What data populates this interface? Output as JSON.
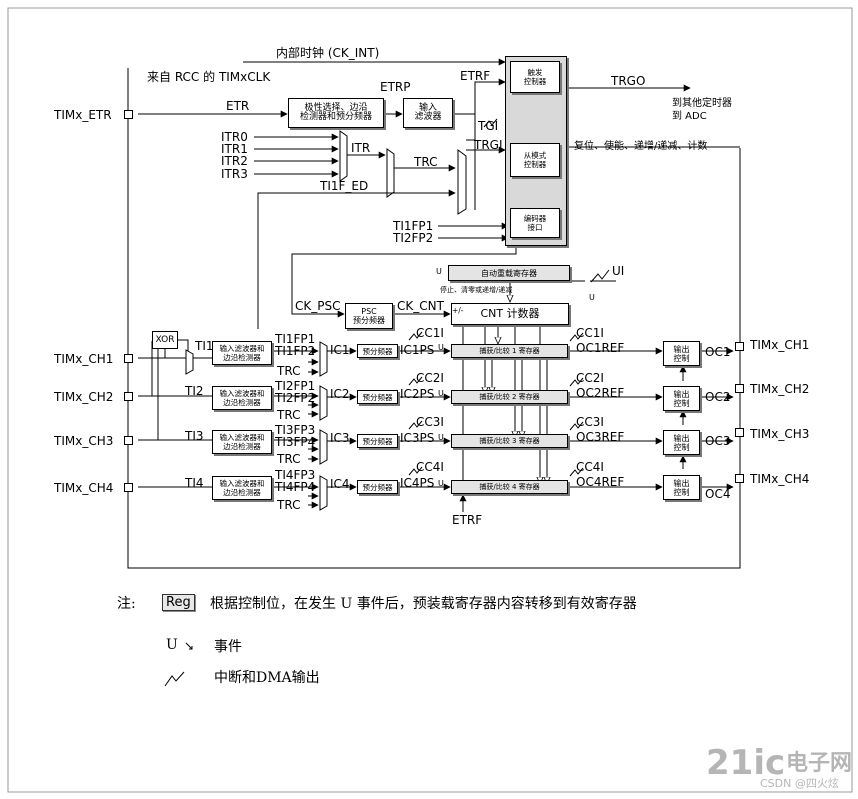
{
  "external": {
    "internal_clock": "内部时钟 (CK_INT)",
    "rcc_clock": "来自 RCC 的 TIMxCLK",
    "trgo": "TRGO",
    "to_other_timers_1": "到其他定时器",
    "to_other_timers_2": "到 ADC",
    "slave_actions": "复位、使能、递增/递减、计数"
  },
  "pins": {
    "etr": "TIMx_ETR",
    "ch1_in": "TIMx_CH1",
    "ch2_in": "TIMx_CH2",
    "ch3_in": "TIMx_CH3",
    "ch4_in": "TIMx_CH4",
    "ch1_out": "TIMx_CH1",
    "ch2_out": "TIMx_CH2",
    "ch3_out": "TIMx_CH3",
    "ch4_out": "TIMx_CH4"
  },
  "signals": {
    "etr": "ETR",
    "etrp": "ETRP",
    "etrf": "ETRF",
    "itr0": "ITR0",
    "itr1": "ITR1",
    "itr2": "ITR2",
    "itr3": "ITR3",
    "itr": "ITR",
    "trc": "TRC",
    "ti1f_ed": "TI1F_ED",
    "tgi": "TGI",
    "trgi": "TRGI",
    "ti1fp1_enc": "TI1FP1",
    "ti2fp2_enc": "TI2FP2",
    "ck_psc": "CK_PSC",
    "ck_cnt": "CK_CNT",
    "u": "U",
    "ui": "UI",
    "u_small": "U",
    "ti1": "TI1",
    "ti2": "TI2",
    "ti3": "TI3",
    "ti4": "TI4",
    "ti1fp1": "TI1FP1",
    "ti1fp2": "TI1FP2",
    "trc1": "TRC",
    "ti2fp1": "TI2FP1",
    "ti2fp2": "TI2FP2",
    "trc2": "TRC",
    "ti3fp3": "TI3FP3",
    "ti3fp4": "TI3FP4",
    "trc3": "TRC",
    "ti4fp3": "TI4FP3",
    "ti4fp4": "TI4FP4",
    "trc4": "TRC",
    "ic1": "IC1",
    "ic2": "IC2",
    "ic3": "IC3",
    "ic4": "IC4",
    "ic1ps": "IC1PS",
    "ic2ps": "IC2PS",
    "ic3ps": "IC3PS",
    "ic4ps": "IC4PS",
    "cc1i_a": "CC1I",
    "cc2i_a": "CC2I",
    "cc3i_a": "CC3I",
    "cc4i_a": "CC4I",
    "cc1i_b": "CC1I",
    "cc2i_b": "CC2I",
    "cc3i_b": "CC3I",
    "cc4i_b": "CC4I",
    "oc1ref": "OC1REF",
    "oc2ref": "OC2REF",
    "oc3ref": "OC3REF",
    "oc4ref": "OC4REF",
    "oc1": "OC1",
    "oc2": "OC2",
    "oc3": "OC3",
    "oc4": "OC4",
    "etrf_bottom": "ETRF",
    "u1": "U",
    "u2": "U",
    "u3": "U",
    "u4": "U"
  },
  "blocks": {
    "polarity_1": "极性选择、边沿",
    "polarity_2": "检测器和预分频器",
    "input_filter_1": "输入",
    "input_filter_2": "滤波器",
    "trigger_ctrl_1": "触发",
    "trigger_ctrl_2": "控制器",
    "slave_ctrl_1": "从模式",
    "slave_ctrl_2": "控制器",
    "encoder_1": "编码器",
    "encoder_2": "接口",
    "auto_reload": "自动重载寄存器",
    "stop_clear": "停止、清零或递增/递减",
    "psc_1": "PSC",
    "psc_2": "预分频器",
    "cnt": "CNT 计数器",
    "plusminus": "+/-",
    "xor": "XOR",
    "filt1_1": "输入滤波器和",
    "filt1_2": "边沿检测器",
    "filt2_1": "输入滤波器和",
    "filt2_2": "边沿检测器",
    "filt3_1": "输入滤波器和",
    "filt3_2": "边沿检测器",
    "filt4_1": "输入滤波器和",
    "filt4_2": "边沿检测器",
    "prescaler1": "预分频器",
    "prescaler2": "预分频器",
    "prescaler3": "预分频器",
    "prescaler4": "预分频器",
    "ccr1": "捕获/比较 1 寄存器",
    "ccr2": "捕获/比较 2 寄存器",
    "ccr3": "捕获/比较 3 寄存器",
    "ccr4": "捕获/比较 4 寄存器",
    "outctrl1_1": "输出",
    "outctrl1_2": "控制",
    "outctrl2_1": "输出",
    "outctrl2_2": "控制",
    "outctrl3_1": "输出",
    "outctrl3_2": "控制",
    "outctrl4_1": "输出",
    "outctrl4_2": "控制"
  },
  "legend": {
    "note_label": "注:",
    "reg_box": "Reg",
    "reg_text": "根据控制位，在发生 U 事件后，预装载寄存器内容转移到有效寄存器",
    "u_symbol": "U",
    "event_text": "事件",
    "interrupt_text": "中断和DMA输出"
  },
  "watermark": {
    "site": "电子网",
    "prefix": "21ic",
    "sub": "CSDN @四火炫"
  }
}
